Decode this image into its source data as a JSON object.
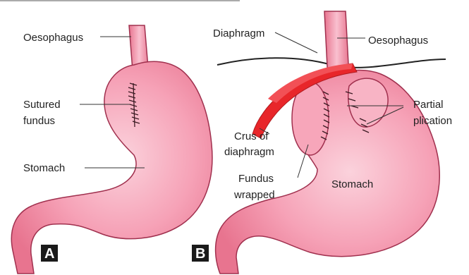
{
  "panel_a": {
    "letter": "A",
    "labels": {
      "oesophagus": "Oesophagus",
      "sutured_line1": "Sutured",
      "sutured_line2": "fundus",
      "stomach": "Stomach"
    }
  },
  "panel_b": {
    "letter": "B",
    "labels": {
      "diaphragm": "Diaphragm",
      "oesophagus": "Oesophagus",
      "partial_line1": "Partial",
      "partial_line2": "plication",
      "crus_line1": "Crus of",
      "crus_line2": "diaphragm",
      "fundus_line1": "Fundus",
      "fundus_line2": "wrapped",
      "stomach": "Stomach"
    }
  },
  "colors": {
    "stomach_fill": "#f48aa4",
    "stomach_light": "#f9c0cf",
    "stomach_outline": "#a0304e",
    "crus_red": "#e8262a",
    "suture": "#3a1a22",
    "leader_line": "#333333",
    "letter_box": "#1a1a1a"
  }
}
